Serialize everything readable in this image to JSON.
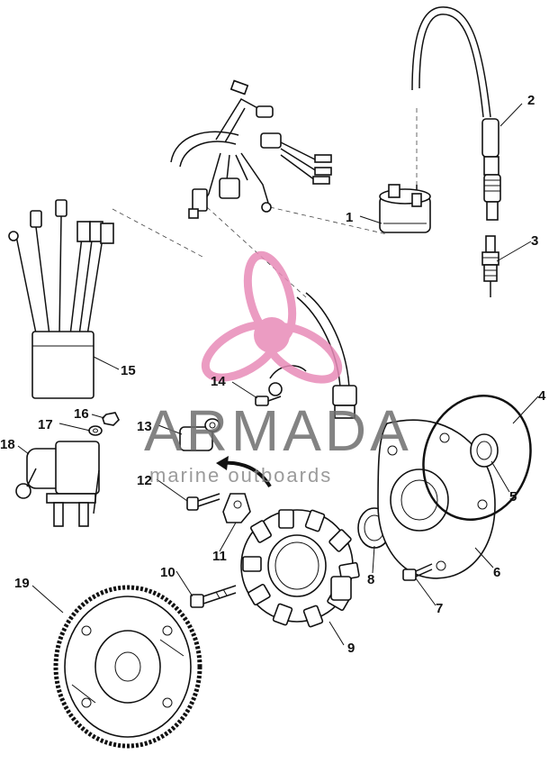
{
  "watermark": {
    "brand": "ARMADA",
    "tagline": "marine outboards",
    "color": "#e88bb8"
  },
  "callouts": [
    "1",
    "2",
    "3",
    "4",
    "5",
    "6",
    "7",
    "8",
    "9",
    "10",
    "11",
    "12",
    "13",
    "14",
    "15",
    "16",
    "17",
    "18",
    "19"
  ]
}
